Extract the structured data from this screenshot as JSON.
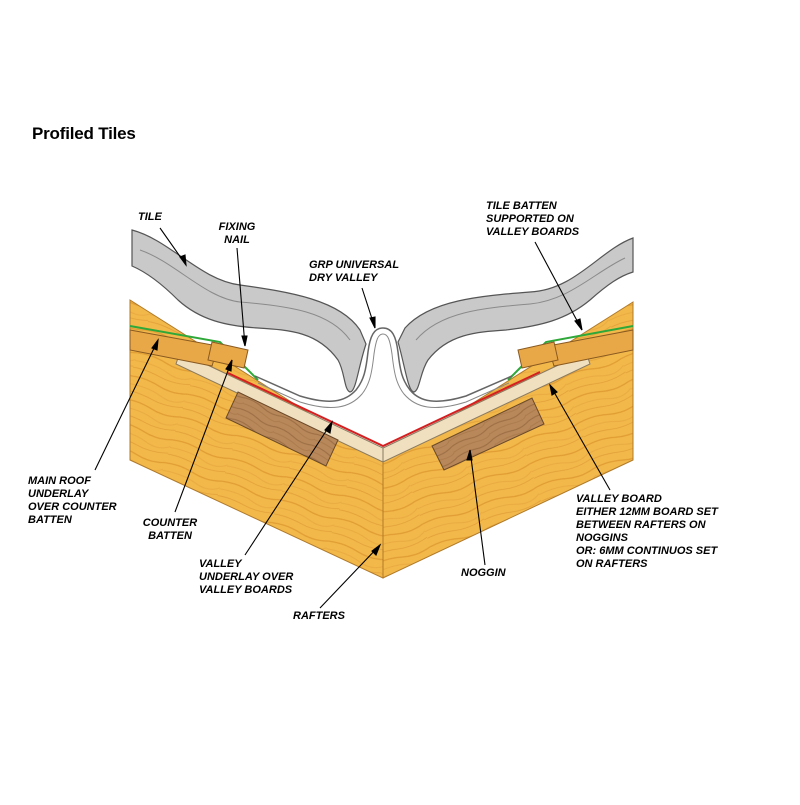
{
  "title": "Profiled Tiles",
  "labels": {
    "tile": [
      "TILE"
    ],
    "fixing_nail": [
      "FIXING",
      "NAIL"
    ],
    "grp_valley": [
      "GRP UNIVERSAL",
      "DRY VALLEY"
    ],
    "tile_batten": [
      "TILE BATTEN",
      "SUPPORTED ON",
      "VALLEY BOARDS"
    ],
    "main_roof_underlay": [
      "MAIN ROOF",
      "UNDERLAY",
      "OVER COUNTER",
      "BATTEN"
    ],
    "counter_batten": [
      "COUNTER",
      "BATTEN"
    ],
    "valley_underlay": [
      "VALLEY",
      "UNDERLAY OVER",
      "VALLEY BOARDS"
    ],
    "rafters": [
      "RAFTERS"
    ],
    "noggin": [
      "NOGGIN"
    ],
    "valley_board": [
      "VALLEY BOARD",
      "EITHER 12MM BOARD SET",
      "BETWEEN RAFTERS ON",
      "NOGGINS",
      "OR: 6MM CONTINUOS SET",
      "ON RAFTERS"
    ]
  },
  "colors": {
    "timber": "#f2b84a",
    "timber_grain": "#d9912a",
    "noggin": "#b8875a",
    "valley_board": "#f0e0c0",
    "tile": "#c9c9c9",
    "tile_edge": "#555555",
    "underlay_green": "#2fa83a",
    "valley_underlay_red": "#d42020"
  }
}
